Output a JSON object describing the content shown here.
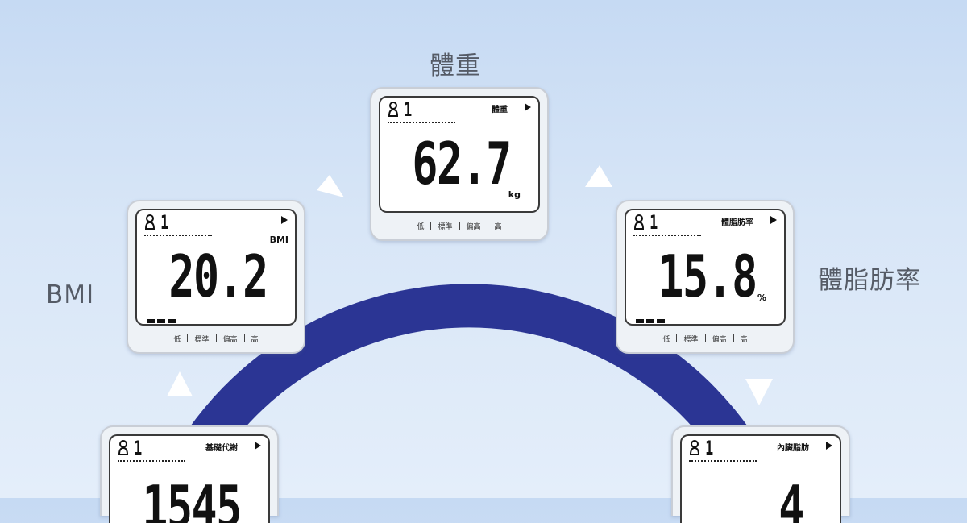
{
  "labels": {
    "weight": "體重",
    "bmi": "BMI",
    "body_fat": "體脂肪率"
  },
  "scale_labels": [
    "低",
    "標準",
    "偏高",
    "高"
  ],
  "colors": {
    "arc": "#2b3594",
    "arrow": "#ffffff",
    "background_top": "#c6daf3",
    "background_bottom": "#e4eefa"
  },
  "devices": {
    "weight": {
      "user": "1",
      "mode": "體重",
      "value": "62.7",
      "unit": "kg"
    },
    "bmi": {
      "user": "1",
      "mode": "",
      "corner_label": "BMI",
      "value": "20.2"
    },
    "body_fat": {
      "user": "1",
      "mode": "體脂肪率",
      "value": "15.8",
      "unit": "%"
    },
    "bmr": {
      "user": "1",
      "mode": "基礎代謝",
      "value": "1545"
    },
    "visceral": {
      "user": "1",
      "mode": "內臟脂肪",
      "value": "4"
    }
  },
  "icons": {
    "person": "person-icon",
    "next": "play-icon",
    "flow_arrows": [
      "arrow-up-icon",
      "arrow-down-icon"
    ]
  }
}
